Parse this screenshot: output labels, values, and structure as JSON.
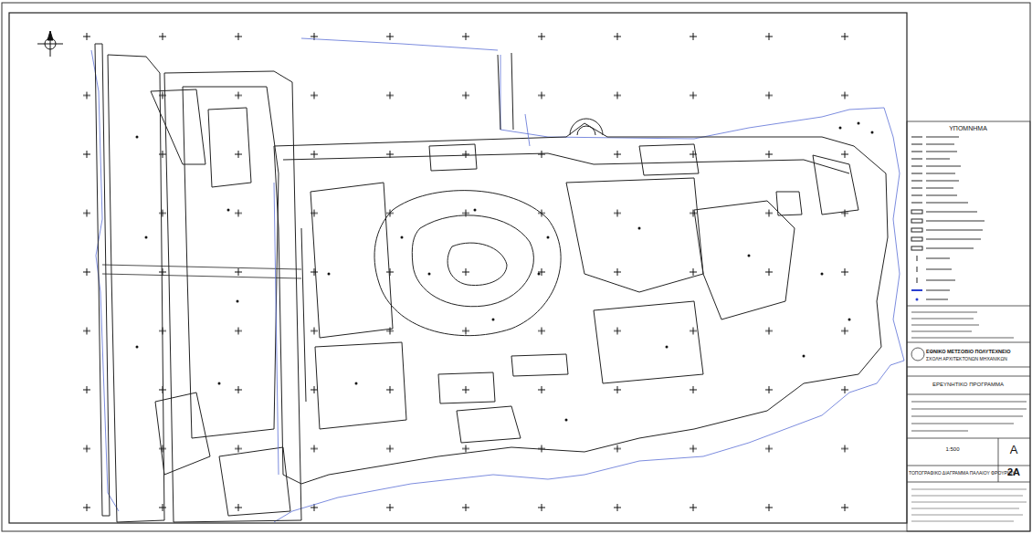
{
  "diagram": {
    "labels": [
      "ΥΠΟΜΝΗΜΑ",
      "ΕΘΝΙΚΟ ΜΕΤΣΟΒΙΟ ΠΟΛΥΤΕΧΝΕΙΟ",
      "ΣΧΟΛΗ ΑΡΧΙΤΕΚΤΟΝΩΝ ΜΗΧΑΝΙΚΩΝ",
      "ΕΡΕΥΝΗΤΙΚΟ ΠΡΟΓΡΑΜΜΑ",
      "ΤΟΠΟΓΡΑΦΙΚΟ ΔΙΑΓΡΑΜΜΑ ΠΑΛΑΙΟΥ ΦΡΟΥΡΙΟΥ",
      "A",
      "2A",
      "1:500"
    ]
  }
}
